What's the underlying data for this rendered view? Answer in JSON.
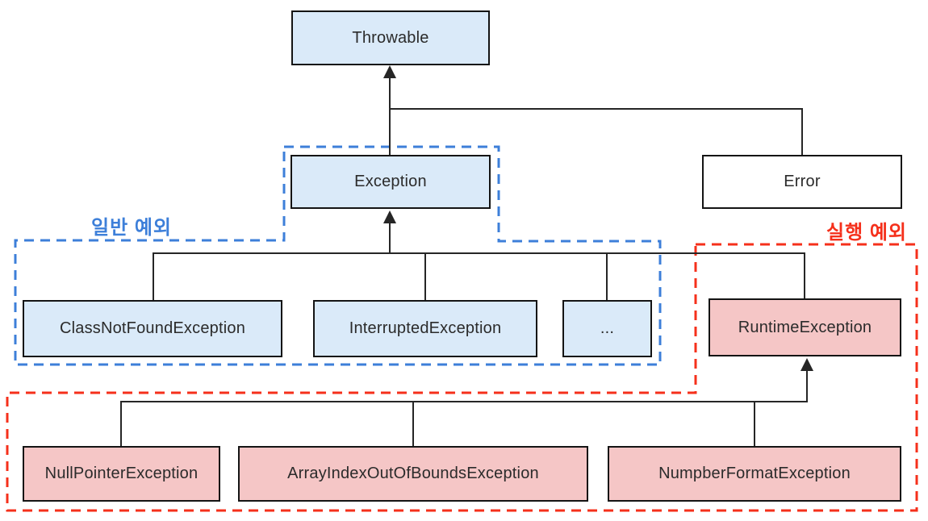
{
  "nodes": {
    "throwable": {
      "label": "Throwable"
    },
    "exception": {
      "label": "Exception"
    },
    "error": {
      "label": "Error"
    },
    "class_not_found": {
      "label": "ClassNotFoundException"
    },
    "interrupted": {
      "label": "InterruptedException"
    },
    "ellipsis": {
      "label": "..."
    },
    "runtime": {
      "label": "RuntimeException"
    },
    "null_pointer": {
      "label": "NullPointerException"
    },
    "array_index_out_of_bounds": {
      "label": "ArrayIndexOutOfBoundsException"
    },
    "number_format": {
      "label": "NumpberFormatException"
    }
  },
  "regions": {
    "general": {
      "label": "일반 예외"
    },
    "runtime": {
      "label": "실행 예외"
    }
  },
  "colors": {
    "background": "#ffffff",
    "blue_box_fill": "#daeaf9",
    "pink_box_fill": "#f5c6c6",
    "box_border": "#141414",
    "node_text": "#2b2b2b",
    "connector": "#262626",
    "general_region": "#3d7fd9",
    "runtime_region": "#f5301b"
  }
}
